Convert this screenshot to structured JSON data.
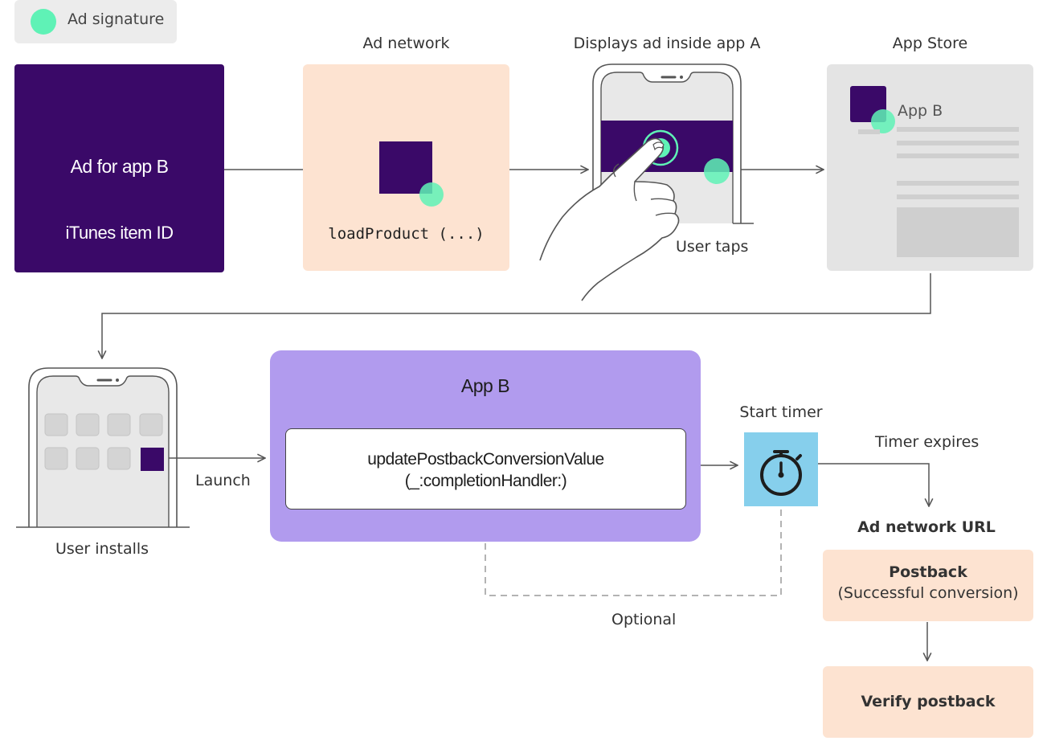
{
  "legend": {
    "label": "Ad signature",
    "dot_color": "#5ff2b6"
  },
  "ad_card": {
    "title": "Ad for app B",
    "subtitle": "iTunes item ID",
    "color": "#3a0968"
  },
  "ad_network": {
    "heading": "Ad network",
    "code": "loadProduct (...)",
    "color": "#fde3d1"
  },
  "app_a": {
    "heading": "Displays ad inside app A",
    "caption": "User taps"
  },
  "app_store": {
    "heading": "App Store",
    "app_name": "App B",
    "color": "#e4e4e4"
  },
  "install": {
    "caption": "User installs",
    "launch_label": "Launch"
  },
  "app_b": {
    "title": "App B",
    "method_line1": "updatePostbackConversionValue",
    "method_line2": "(_:completionHandler:)",
    "color": "#b19bee"
  },
  "timer": {
    "start_label": "Start timer",
    "expires_label": "Timer expires",
    "optional_label": "Optional",
    "color": "#86cfec"
  },
  "ad_network_url": {
    "label": "Ad network URL"
  },
  "postback": {
    "title": "Postback",
    "subtitle": "(Successful conversion)"
  },
  "verify": {
    "label": "Verify postback"
  }
}
